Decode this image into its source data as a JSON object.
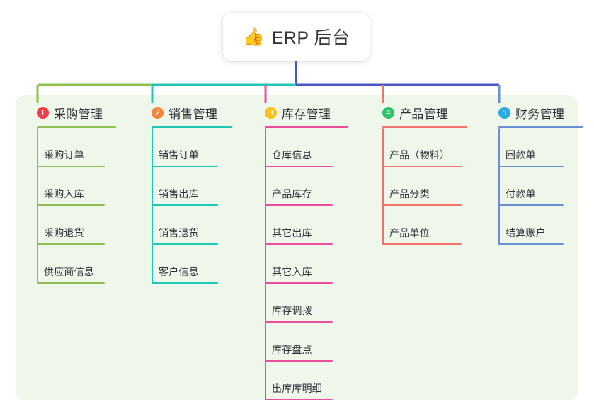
{
  "root": {
    "icon": "thumbs-up-icon",
    "glyph": "👍",
    "title": "ERP 后台"
  },
  "palette": {
    "panel_bg": "#eef7ea",
    "page_bg": "#ffffff",
    "root_stem": "#4a55c7",
    "text": "#303139"
  },
  "columns": [
    {
      "number": "1",
      "title": "采购管理",
      "line_color": "#8cc152",
      "badge_color": "#ef3e4a",
      "items": [
        "采购订单",
        "采购入库",
        "采购退货",
        "供应商信息"
      ]
    },
    {
      "number": "2",
      "title": "销售管理",
      "line_color": "#1ec7b6",
      "badge_color": "#f0883c",
      "items": [
        "销售订单",
        "销售出库",
        "销售退货",
        "客户信息"
      ]
    },
    {
      "number": "3",
      "title": "库存管理",
      "line_color": "#ec4e9c",
      "badge_color": "#fcc01e",
      "items": [
        "仓库信息",
        "产品库存",
        "其它出库",
        "其它入库",
        "库存调拨",
        "库存盘点",
        "出库库明细"
      ]
    },
    {
      "number": "4",
      "title": "产品管理",
      "line_color": "#f4726e",
      "badge_color": "#2ec46a",
      "items": [
        "产品（物料）",
        "产品分类",
        "产品单位"
      ]
    },
    {
      "number": "5",
      "title": "财务管理",
      "line_color": "#6b8fd6",
      "badge_color": "#29abe2",
      "items": [
        "回款单",
        "付款单",
        "结算账户"
      ]
    }
  ],
  "connectors": {
    "bus_left_color": "#8cc152",
    "bus_mid_color": "#1ec7b6",
    "bus_right_color": "#4a55c7"
  }
}
